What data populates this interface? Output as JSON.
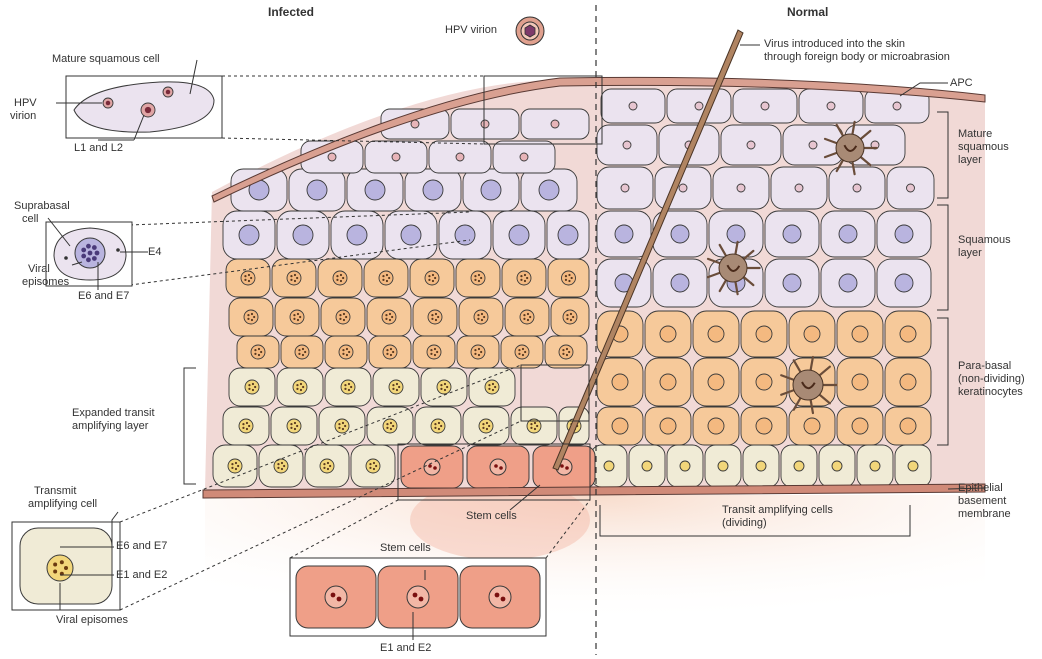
{
  "headers": {
    "infected": "Infected",
    "normal": "Normal"
  },
  "labels": {
    "hpv_virion_top": "HPV virion",
    "mature_squamous_cell": "Mature squamous cell",
    "hpv_virion_inset_1": "HPV",
    "hpv_virion_inset_2": "virion",
    "l1_l2": "L1 and L2",
    "suprabasal_1": "Suprabasal",
    "suprabasal_2": "cell",
    "e4": "E4",
    "viral_episomes_1": "Viral",
    "viral_episomes_2": "episomes",
    "e6_e7_upper": "E6 and E7",
    "expanded_1": "Expanded transit",
    "expanded_2": "amplifying layer",
    "transmit_1": "Transmit",
    "transmit_2": "amplifying cell",
    "e6_e7_lower": "E6 and E7",
    "e1_e2_lower": "E1 and E2",
    "viral_episomes_lower": "Viral episomes",
    "stem_cells_center": "Stem cells",
    "stem_cells_inset": "Stem cells",
    "e1_e2_bottom": "E1 and E2",
    "virus_intro_1": "Virus introduced into the skin",
    "virus_intro_2": "through foreign body or microabrasion",
    "apc": "APC",
    "mature_layer_1": "Mature",
    "mature_layer_2": "squamous",
    "mature_layer_3": "layer",
    "squamous_layer_1": "Squamous",
    "squamous_layer_2": "layer",
    "parabasal_1": "Para-basal",
    "parabasal_2": "(non-dividing)",
    "parabasal_3": "keratinocytes",
    "basement_1": "Epithelial",
    "basement_2": "basement",
    "basement_3": "membrane",
    "transit_dividing_1": "Transit amplifying cells",
    "transit_dividing_2": "(dividing)"
  },
  "colors": {
    "squamous_cell": "#ebe3ef",
    "squamous_nucleus": "#b9b4df",
    "parabasal_cell": "#f6c99a",
    "parabasal_nucleus": "#f4b980",
    "transit_cell": "#f0ebd6",
    "transit_nucleus": "#f2d67a",
    "stem_cell": "#ef9f88",
    "basement_membrane": "#d08a78",
    "outline": "#3a3a3a",
    "apc": "#a88a75",
    "needle": "#8c6a4f"
  }
}
